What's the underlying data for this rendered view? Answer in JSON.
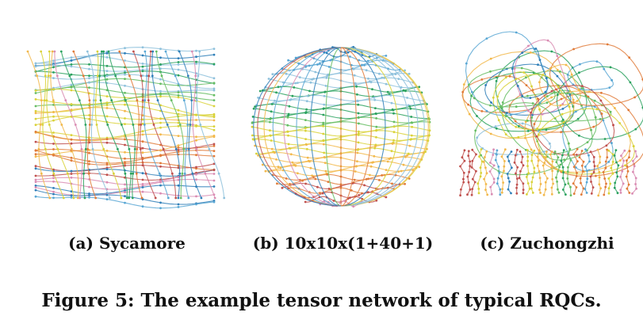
{
  "figure": {
    "caption": "Figure 5: The example tensor network of typical RQCs.",
    "panels": [
      {
        "label": "(a) Sycamore"
      },
      {
        "label": "(b) 10x10x(1+40+1)"
      },
      {
        "label": "(c) Zuchongzhi"
      }
    ],
    "palette": [
      "#2f7fb8",
      "#59a7d4",
      "#8ec1dc",
      "#2ca25f",
      "#66bd63",
      "#d9d23a",
      "#f2b84b",
      "#e07b39",
      "#c0504d",
      "#d98cb3",
      "#b0b0b0"
    ]
  }
}
